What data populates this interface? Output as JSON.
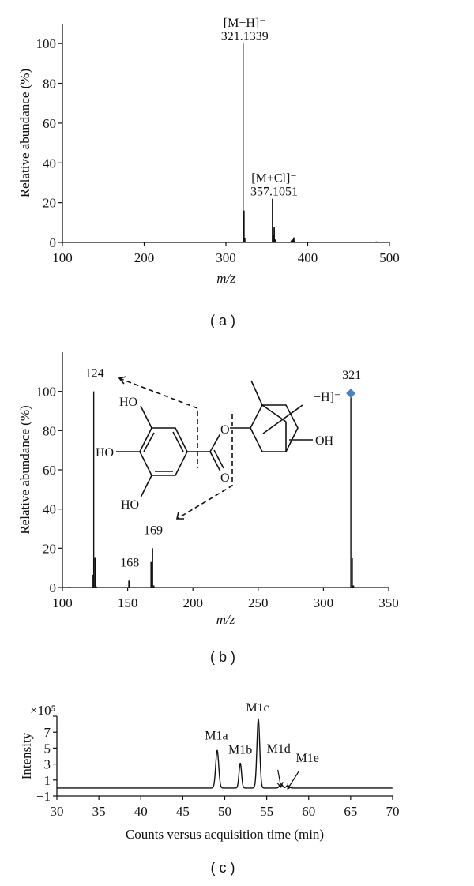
{
  "chart_data": [
    {
      "panel": "a",
      "type": "bar",
      "caption": "( a )",
      "xlabel": "m/z",
      "ylabel": "Relative abundance (%)",
      "xlim": [
        100,
        500
      ],
      "ylim": [
        0,
        110
      ],
      "xticks": [
        100,
        200,
        300,
        400,
        500
      ],
      "yticks": [
        0,
        20,
        40,
        60,
        80,
        100
      ],
      "grid": false,
      "peaks": [
        {
          "x": 197,
          "y": 0.3
        },
        {
          "x": 321,
          "y": 100
        },
        {
          "x": 322,
          "y": 16
        },
        {
          "x": 323,
          "y": 2
        },
        {
          "x": 357,
          "y": 22
        },
        {
          "x": 358,
          "y": 4
        },
        {
          "x": 359,
          "y": 7.5
        },
        {
          "x": 360,
          "y": 1.5
        },
        {
          "x": 380,
          "y": 1
        },
        {
          "x": 382,
          "y": 1.5
        },
        {
          "x": 383,
          "y": 2.5
        },
        {
          "x": 384,
          "y": 1
        },
        {
          "x": 484,
          "y": 0.5
        }
      ],
      "annotations": [
        {
          "x": 321,
          "y": 100,
          "lines": [
            "[M−H]⁻",
            "321.1339"
          ]
        },
        {
          "x": 357,
          "y": 22,
          "lines": [
            "[M+Cl]⁻",
            "357.1051"
          ]
        }
      ]
    },
    {
      "panel": "b",
      "type": "bar",
      "caption": "( b )",
      "xlabel": "m/z",
      "ylabel": "Relative abundance (%)",
      "xlim": [
        100,
        350
      ],
      "ylim": [
        0,
        120
      ],
      "xticks": [
        100,
        150,
        200,
        250,
        300,
        350
      ],
      "yticks": [
        0,
        20,
        40,
        60,
        80,
        100
      ],
      "grid": false,
      "peaks": [
        {
          "x": 105,
          "y": 0.3
        },
        {
          "x": 123,
          "y": 6.5
        },
        {
          "x": 124,
          "y": 100
        },
        {
          "x": 125,
          "y": 15.5
        },
        {
          "x": 126,
          "y": 0.5
        },
        {
          "x": 151,
          "y": 3.5
        },
        {
          "x": 168,
          "y": 13
        },
        {
          "x": 169,
          "y": 20
        },
        {
          "x": 170,
          "y": 1
        },
        {
          "x": 321,
          "y": 99
        },
        {
          "x": 322,
          "y": 15
        },
        {
          "x": 323,
          "y": 1
        }
      ],
      "annotations": [
        {
          "x": 124,
          "y": 100,
          "lines": [
            "124"
          ]
        },
        {
          "x": 151,
          "y": 3.5,
          "lines": [
            "168"
          ]
        },
        {
          "x": 169,
          "y": 20,
          "lines": [
            "169"
          ]
        },
        {
          "x": 321,
          "y": 99,
          "lines": [
            "321"
          ]
        }
      ],
      "precursor_marker": {
        "x": 321,
        "y": 99,
        "shape": "diamond",
        "color": "#4f7fc0"
      },
      "structure_labels": {
        "ho_top": "HO",
        "ho_mid": "HO",
        "ho_bottom": "HO",
        "ester_o": "O",
        "carbonyl_o": "O",
        "oh": "OH",
        "charge": "−H]⁻"
      }
    },
    {
      "panel": "c",
      "type": "line",
      "caption": "( c )",
      "xlabel": "Counts versus acquisition time (min)",
      "ylabel": "Intensity",
      "y_multiplier": "×10⁵",
      "xlim": [
        30,
        70
      ],
      "ylim": [
        -1,
        9
      ],
      "xticks": [
        30,
        35,
        40,
        45,
        50,
        55,
        60,
        65,
        70
      ],
      "yticks": [
        -1,
        1,
        3,
        5,
        7
      ],
      "ytick_labels": [
        "−1",
        "1",
        "3",
        "5",
        "7"
      ],
      "grid": false,
      "peaks": [
        {
          "name": "M1a",
          "x": 49.1,
          "y": 4.7,
          "width": 0.18
        },
        {
          "name": "M1b",
          "x": 51.85,
          "y": 3.1,
          "width": 0.15
        },
        {
          "name": "M1c",
          "x": 54.0,
          "y": 8.6,
          "width": 0.17
        },
        {
          "name": "M1d",
          "x": 56.7,
          "y": 0.5,
          "width": 0.18
        },
        {
          "name": "M1e",
          "x": 57.5,
          "y": 0.3,
          "width": 0.18
        }
      ],
      "baseline": 0
    }
  ]
}
